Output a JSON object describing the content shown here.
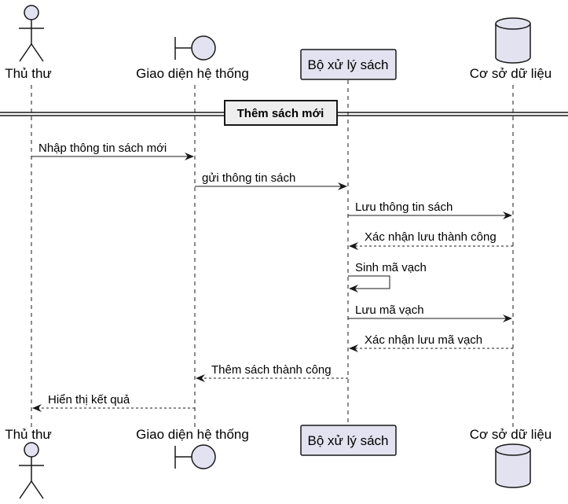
{
  "participants": {
    "librarian": "Thủ thư",
    "interface": "Giao diện hệ thống",
    "processor": "Bộ xử lý sách",
    "database": "Cơ sở dữ liệu"
  },
  "divider": "Thêm sách mới",
  "messages": [
    {
      "from": "librarian",
      "to": "interface",
      "text": "Nhập thông tin sách mới",
      "style": "solid"
    },
    {
      "from": "interface",
      "to": "processor",
      "text": "gửi thông tin sách",
      "style": "solid"
    },
    {
      "from": "processor",
      "to": "database",
      "text": "Lưu thông tin sách",
      "style": "solid"
    },
    {
      "from": "database",
      "to": "processor",
      "text": "Xác nhận lưu thành công",
      "style": "dashed"
    },
    {
      "from": "processor",
      "to": "processor",
      "text": "Sinh mã vạch",
      "style": "solid"
    },
    {
      "from": "processor",
      "to": "database",
      "text": "Lưu mã vạch",
      "style": "solid"
    },
    {
      "from": "database",
      "to": "processor",
      "text": "Xác nhận lưu mã vạch",
      "style": "dashed"
    },
    {
      "from": "processor",
      "to": "interface",
      "text": "Thêm sách thành công",
      "style": "dashed"
    },
    {
      "from": "interface",
      "to": "librarian",
      "text": "Hiển thị kết quả",
      "style": "dashed"
    }
  ]
}
